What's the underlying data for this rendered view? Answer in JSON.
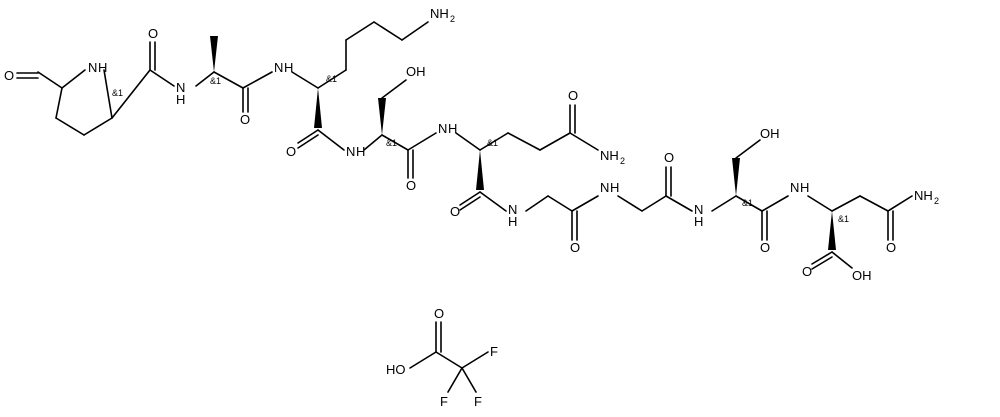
{
  "labels": {
    "oxo_pca": "O",
    "nh_ring": "N",
    "nh_ring_h": "H",
    "nh_pca_ala": "N",
    "nh_pca_ala_h": "H",
    "nh_ala_lys": "N",
    "nh_ala_lys_h": "H",
    "nh2_lys": "NH",
    "nh2_lys_sub": "2",
    "o_pca_co": "O",
    "o_ala_co": "O",
    "oh_ser1": "OH",
    "nh_lys_ser": "N",
    "nh_lys_ser_h": "H",
    "o_lys_co": "O",
    "nh_ser_gln": "N",
    "nh_ser_gln_h": "H",
    "o_ser_co": "O",
    "o_gln_side": "O",
    "nh2_gln": "NH",
    "nh2_gln_sub": "2",
    "o_gln_co": "O",
    "nh_gln_gly": "N",
    "nh_gln_gly_h": "H",
    "o_gly1_co": "O",
    "nh_gly_gly": "N",
    "nh_gly_gly_h": "H",
    "o_gly2_co": "O",
    "oh_ser2": "OH",
    "nh_gly_ser": "N",
    "nh_gly_ser_h": "H",
    "o_ser2_co": "O",
    "nh_ser_asn": "N",
    "nh_ser_asn_h": "H",
    "nh2_asn": "NH",
    "nh2_asn_sub": "2",
    "o_asn_side": "O",
    "o_acid": "O",
    "oh_acid": "OH",
    "tfa_o": "O",
    "tfa_oh": "HO",
    "tfa_f1": "F",
    "tfa_f2": "F",
    "tfa_f3": "F"
  },
  "stereo_marks": {
    "pca": "&1",
    "ala": "&1",
    "lys": "&1",
    "ser1": "&1",
    "gln": "&1",
    "ser2": "&1",
    "asn": "&1"
  }
}
